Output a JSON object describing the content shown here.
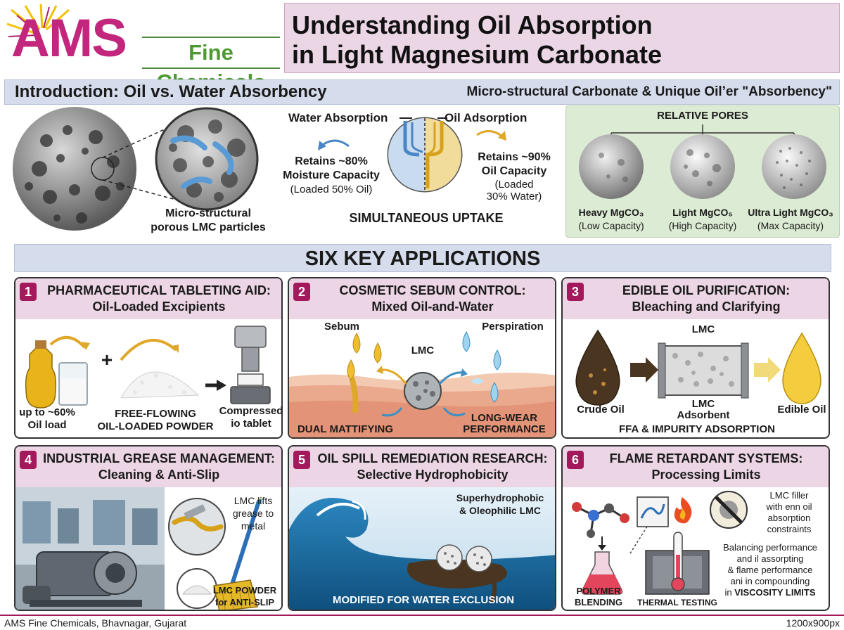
{
  "header": {
    "logo_ams": "AMS",
    "logo_fine": "Fine Chemicals",
    "title_line1": "Understanding Oil Absorption",
    "title_line2": "in Light Magnesium Carbonate"
  },
  "intro": {
    "title": "Introduction: Oil vs. Water Absorbency",
    "subtitle": "Micro-structural Carbonate & Unique Oil’er \"Absorbency\"",
    "particles_caption1": "Micro-structural",
    "particles_caption2": "porous LMC particles",
    "water_label": "Water Absorption",
    "oil_label": "Oil Adsorption",
    "water_retains1": "Retains ~80%",
    "water_retains2": "Moisture Capacity",
    "water_loaded": "(Loaded 50% Oil)",
    "oil_retains1": "Retains ~90%",
    "oil_retains2": "Oil Capacity",
    "oil_loaded1": "(Loaded",
    "oil_loaded2": "30% Water)",
    "simultaneous": "SIMULTANEOUS UPTAKE",
    "pores_title": "RELATIVE PORES",
    "pores": [
      {
        "name": "Heavy MgCO₃",
        "cap": "(Low Capacity)"
      },
      {
        "name": "Light MgCO₅",
        "cap": "(High Capacity)"
      },
      {
        "name": "Ultra Light MgCO₃",
        "cap": "(Max Capacity)"
      }
    ]
  },
  "apps_title": "SIX KEY APPLICATIONS",
  "cards": [
    {
      "num": "1",
      "t1": "PHARMACEUTICAL TABLETING AID:",
      "t2": "Oil-Loaded Excipients",
      "l1a": "up to ~60%",
      "l1b": "Oil load",
      "l2a": "FREE-FLOWING",
      "l2b": "OIL-LOADED POWDER",
      "l3a": "Compressed",
      "l3b": "io tablet",
      "plus": "+",
      "arrow": "→"
    },
    {
      "num": "2",
      "t1": "COSMETIC SEBUM CONTROL:",
      "t2": "Mixed Oil-and-Water",
      "sebum": "Sebum",
      "perspiration": "Perspiration",
      "lmc": "LMC",
      "dual": "DUAL MATTIFYING",
      "long1": "LONG-WEAR",
      "long2": "PERFORMANCE"
    },
    {
      "num": "3",
      "t1": "EDIBLE OIL PURIFICATION:",
      "t2": "Bleaching and Clarifying",
      "lmc": "LMC",
      "crude": "Crude Oil",
      "adsorbent1": "LMC",
      "adsorbent2": "Adsorbent",
      "edible": "Edible Oil",
      "ffa": "FFA & IMPURITY ADSORPTION"
    },
    {
      "num": "4",
      "t1": "INDUSTRIAL GREASE MANAGEMENT:",
      "t2": "Cleaning & Anti-Slip",
      "lifts1": "LMC lifts",
      "lifts2": "grease to",
      "lifts3": "metal",
      "powder1": "LMC POWDER",
      "powder2": "for ANTI-SLIP"
    },
    {
      "num": "5",
      "t1": "OIL SPILL REMEDIATION RESEARCH:",
      "t2": "Selective Hydrophobicity",
      "super1": "Superhydrophobic",
      "super2": "& Oleophilic LMC",
      "modified": "MODIFIED FOR WATER EXCLUSION"
    },
    {
      "num": "6",
      "t1": "FLAME RETARDANT SYSTEMS:",
      "t2": "Processing Limits",
      "filler1": "LMC filler",
      "filler2": "with enn oil",
      "filler3": "absorption",
      "filler4": "constraints",
      "bal1": "Balancing performance",
      "bal2": "and il assorpting",
      "bal3": "& flame performance",
      "bal4": "ani in compounding",
      "bal5a": "in ",
      "bal5b": "VISCOSITY LIMITS",
      "polymer1": "POLYMER",
      "polymer2": "BLENDING",
      "thermal": "THERMAL TESTING"
    }
  ],
  "footer": {
    "left": "AMS Fine Chemicals, Bhavnagar, Gujarat",
    "right": "1200x900px"
  },
  "colors": {
    "brand_magenta": "#c2267d",
    "brand_green": "#4e9a32",
    "header_pink": "#ebd6e6",
    "section_blue": "#d5dceb",
    "pores_green": "#dcebd3"
  }
}
